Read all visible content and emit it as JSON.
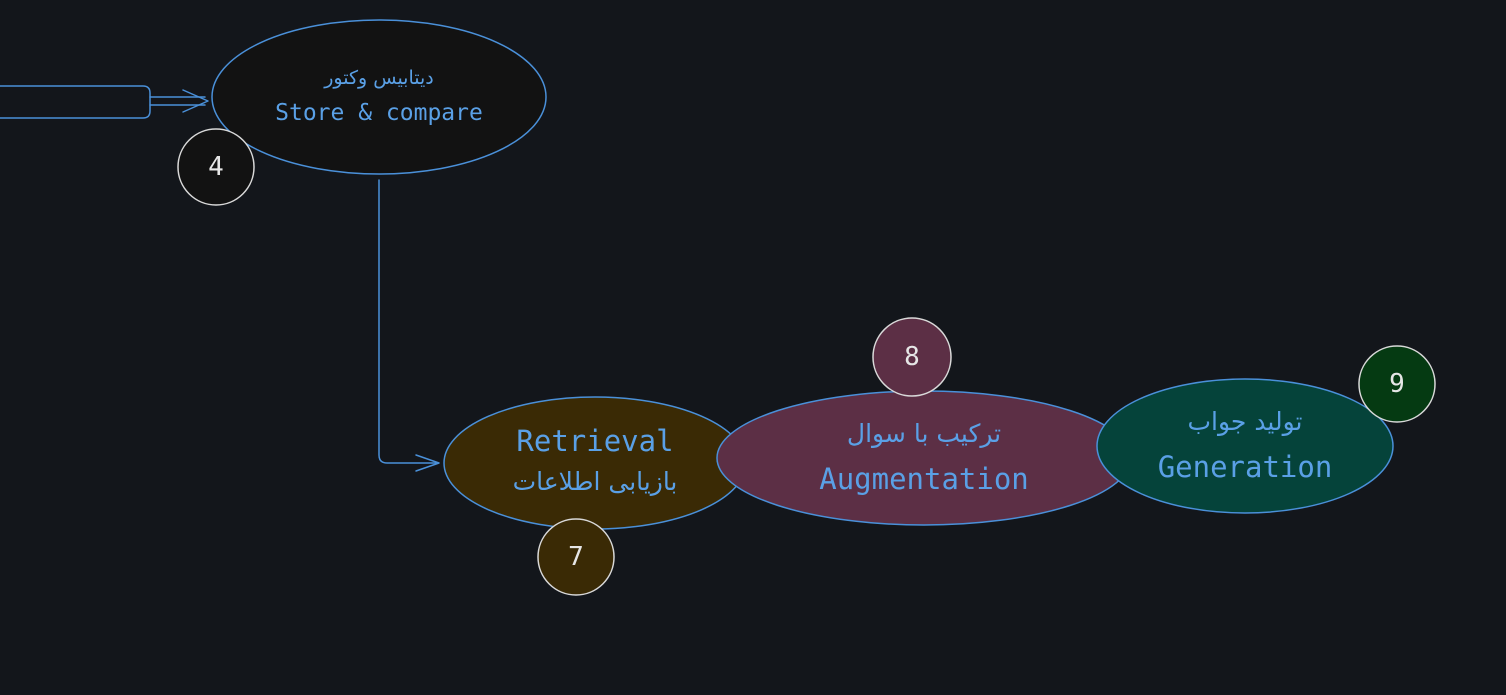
{
  "nodes": {
    "vector_db": {
      "label_fa": "دیتابیس وکتور",
      "label_en": "Store & compare",
      "badge": "4",
      "fill": "#121212",
      "badge_fill": "#121212"
    },
    "retrieval": {
      "label_en": "Retrieval",
      "label_fa": "بازیابی اطلاعات",
      "badge": "7",
      "fill": "#3a2a05",
      "badge_fill": "#3a2a05"
    },
    "augmentation": {
      "label_fa": "ترکیب با سوال",
      "label_en": "Augmentation",
      "badge": "8",
      "fill": "#5c2f45",
      "badge_fill": "#5c2f45"
    },
    "generation": {
      "label_fa": "تولید جواب",
      "label_en": "Generation",
      "badge": "9",
      "fill": "#05433a",
      "badge_fill": "#053a12"
    }
  },
  "colors": {
    "background": "#13161b",
    "stroke": "#4a90d9",
    "label": "#5aa0e6",
    "badge_stroke": "#d9d9d9",
    "badge_text": "#e6e6e6"
  }
}
